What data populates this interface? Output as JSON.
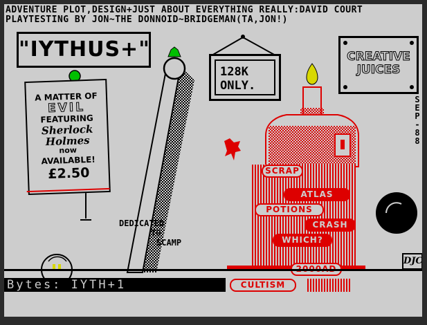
{
  "credits": {
    "line1": "ADVENTURE PLOT,DESIGN+JUST ABOUT EVERYTHING REALLY:DAVID COURT",
    "line2": "PLAYTESTING BY JON~THE DONNOID~BRIDGEMAN(TA,JON!)"
  },
  "logo": {
    "text": "\"IYTHUS+\""
  },
  "poster": {
    "lines": [
      "A MATTER OF",
      "EVIL",
      "FEATURING",
      "Sherlock",
      "Holmes",
      "now",
      "AVAILABLE!",
      "£2.50"
    ]
  },
  "sign128": {
    "line1": "128K",
    "line2": "ONLY."
  },
  "creative": {
    "line1": "CREATIVE",
    "line2": "JUICES"
  },
  "date_vertical": [
    "S",
    "E",
    "P",
    "-",
    "8",
    "8"
  ],
  "dedication": {
    "line1": "DEDICATED",
    "line2": "TO",
    "line3": "SCAMP"
  },
  "magazines": [
    "SCRAP",
    "ATLAS",
    "POTIONS",
    "CRASH",
    "WHICH?",
    "2000AD",
    "CULTISM"
  ],
  "signature": "DJC",
  "status": {
    "label": "Bytes: IYTH+1",
    "symbol": "@"
  },
  "colors": {
    "background": "#cdcdcd",
    "ink": "#000000",
    "red": "#dd0000",
    "green": "#00c000",
    "yellow": "#d8d800"
  }
}
